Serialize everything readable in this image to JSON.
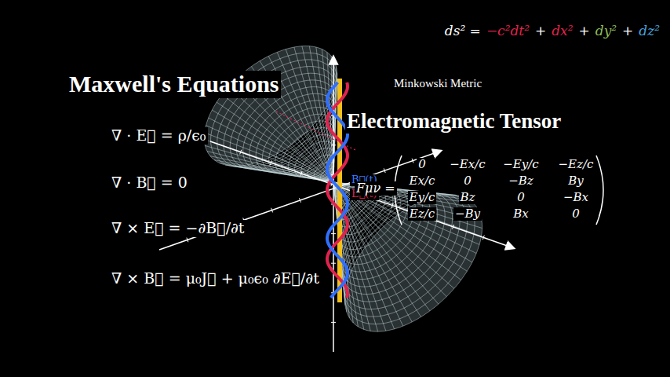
{
  "diagram": {
    "labels": [
      "Maxwell's Equations",
      "Minkowski Metric",
      "Electromagnetic Tensor",
      "ds² =",
      "−c²dt²",
      "+",
      "dx²",
      "+",
      "dy²",
      "+",
      "dz²",
      "∇ · E⃗ = ρ/ϵ₀",
      "∇ · B⃗ = 0",
      "∇ × E⃗ = −∂B⃗/∂t",
      "∇ × B⃗ = μ₀J⃗ + μ₀ϵ₀ ∂E⃗/∂t",
      "B⃗(t)",
      "E⃗(t)",
      "Fμν =",
      "0",
      "−Ex/c",
      "−Ey/c",
      "−Ez/c",
      "Ex/c",
      "0",
      "−Bz",
      "By",
      "Ey/c",
      "Bz",
      "0",
      "−Bx",
      "Ez/c",
      "−By",
      "Bx",
      "0"
    ]
  }
}
